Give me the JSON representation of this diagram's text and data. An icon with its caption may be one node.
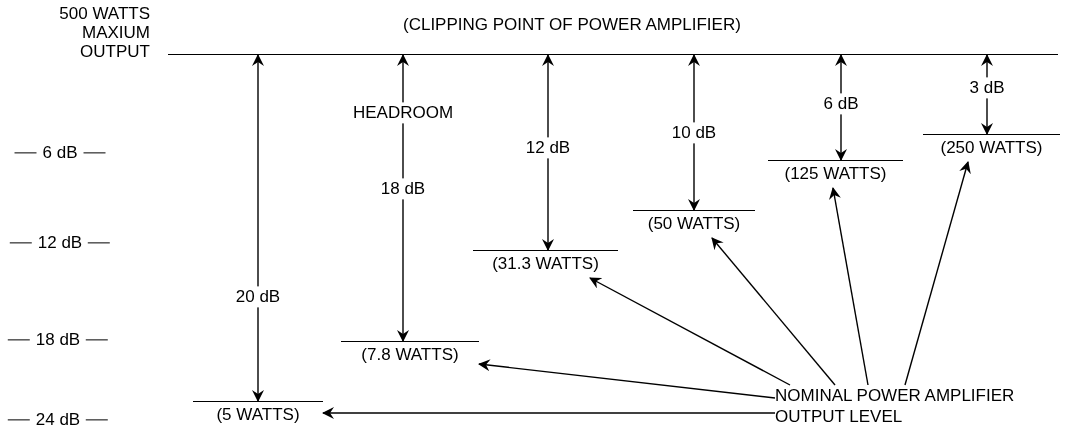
{
  "diagram": {
    "nodes": [
      {
        "text": [
          "(CLIPPING POINT OF POWER AMPLIFIER)"
        ],
        "beside": [
          "500 WATTS MAXIUM OUTPUT"
        ]
      },
      {
        "text": [
          "(5 WATTS)"
        ]
      },
      {
        "text": [
          "(7.8 WATTS)"
        ]
      },
      {
        "text": [
          "(31.3 WATTS)"
        ]
      },
      {
        "text": [
          "(50 WATTS)"
        ]
      },
      {
        "text": [
          "(125 WATTS)"
        ]
      },
      {
        "text": [
          "(250 WATTS)"
        ]
      },
      {
        "text": [
          "NOMINAL POWER AMPLIFIER OUTPUT LEVEL"
        ]
      }
    ],
    "edges": [
      {
        "from": 0,
        "to": 1,
        "arrow": "both",
        "label": "20 dB"
      },
      {
        "from": 0,
        "to": 2,
        "arrow": "both",
        "label": "18 dB"
      },
      {
        "from": 0,
        "to": 3,
        "arrow": "both",
        "label": "12 dB"
      },
      {
        "from": 0,
        "to": 4,
        "arrow": "both",
        "label": "10 dB"
      },
      {
        "from": 0,
        "to": 5,
        "arrow": "both",
        "label": "6 dB"
      },
      {
        "from": 0,
        "to": 6,
        "arrow": "both",
        "label": "3 dB"
      },
      {
        "from": 7,
        "to": 1,
        "arrow": "to"
      },
      {
        "from": 7,
        "to": 2,
        "arrow": "to"
      },
      {
        "from": 7,
        "to": 3,
        "arrow": "to"
      },
      {
        "from": 7,
        "to": 4,
        "arrow": "to"
      },
      {
        "from": 7,
        "to": 5,
        "arrow": "to"
      },
      {
        "from": 7,
        "to": 6,
        "arrow": "to"
      }
    ],
    "labels": [
      "HEADROOM",
      "6 dB",
      "12 dB",
      "18 dB",
      "24 dB"
    ]
  }
}
